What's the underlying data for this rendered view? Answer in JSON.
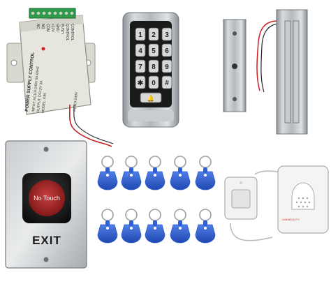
{
  "power_supply": {
    "brand_label": "POWER SUPPLY CONTROL",
    "spec_input": "INPUT: AC110-240V 50-60HZ",
    "spec_output": "OUTPUT: DC12V 3A",
    "model": "MODEL: K80",
    "ac_label": "AC110-240V",
    "terminals": [
      "CONTROL",
      "CONTROL",
      "PUSH",
      "GND",
      "+12V",
      "COM",
      "NO",
      "NC"
    ]
  },
  "keypad": {
    "keys": [
      "1",
      "2",
      "3",
      "4",
      "5",
      "6",
      "7",
      "8",
      "9",
      "✱",
      "0",
      "#"
    ],
    "bell_key": "🔔"
  },
  "exit_button": {
    "sensor_label": "No Touch",
    "exit_label": "EXIT"
  },
  "doorbell": {
    "brand": "LINKBEAUTY"
  },
  "colors": {
    "keyfob_blue": "#2e5fd4",
    "steel": "#b8bcc0",
    "psu_case": "#e4e4dc"
  }
}
